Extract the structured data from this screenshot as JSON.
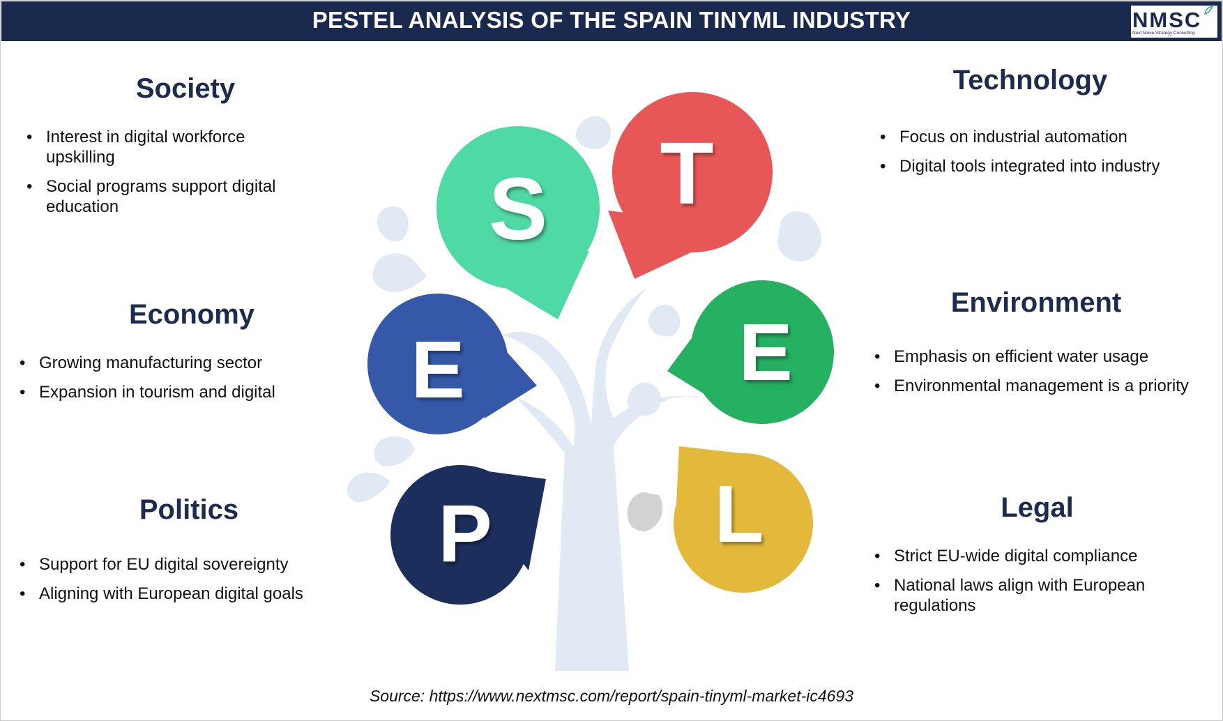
{
  "header": {
    "title": "PESTEL ANALYSIS OF THE SPAIN TINYML INDUSTRY"
  },
  "logo": {
    "text": "NMSC",
    "tagline": "Next Move Strategy Consulting"
  },
  "society": {
    "title": "Society",
    "letter": "S",
    "items": [
      "Interest in digital workforce upskilling",
      "Social programs support digital education"
    ]
  },
  "economy": {
    "title": "Economy",
    "letter": "E",
    "items": [
      "Growing manufacturing sector",
      "Expansion in tourism and digital"
    ]
  },
  "politics": {
    "title": "Politics",
    "letter": "P",
    "items": [
      "Support for EU digital sovereignty",
      "Aligning with European digital goals"
    ]
  },
  "technology": {
    "title": "Technology",
    "letter": "T",
    "items": [
      "Focus on industrial automation",
      "Digital tools integrated into industry"
    ]
  },
  "environment": {
    "title": "Environment",
    "letter": "E",
    "items": [
      "Emphasis on efficient water usage",
      "Environmental management is a priority"
    ]
  },
  "legal": {
    "title": "Legal",
    "letter": "L",
    "items": [
      "Strict EU-wide digital compliance",
      "National laws align with European regulations"
    ]
  },
  "colors": {
    "header_bg": "#192a4e",
    "society": "#4fd9a4",
    "technology": "#e85757",
    "economy": "#3558a8",
    "environment": "#25b062",
    "politics": "#1c2e5b",
    "legal": "#e2b93b",
    "tree": "#e1e9f5"
  },
  "source": "Source: https://www.nextmsc.com/report/spain-tinyml-market-ic4693"
}
